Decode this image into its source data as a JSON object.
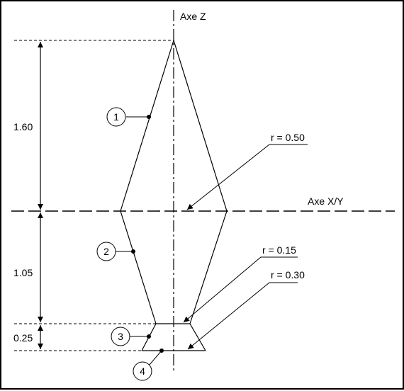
{
  "axes": {
    "z_label": "Axe Z",
    "xy_label": "Axe X/Y"
  },
  "dimensions": {
    "upper_height": "1.60",
    "middle_height": "1.05",
    "lower_height": "0.25"
  },
  "radii": {
    "r1": "r = 0.50",
    "r2": "r = 0.15",
    "r3": "r = 0.30"
  },
  "callouts": {
    "c1": "1",
    "c2": "2",
    "c3": "3",
    "c4": "4"
  },
  "colors": {
    "line": "#000000",
    "background": "#ffffff"
  }
}
